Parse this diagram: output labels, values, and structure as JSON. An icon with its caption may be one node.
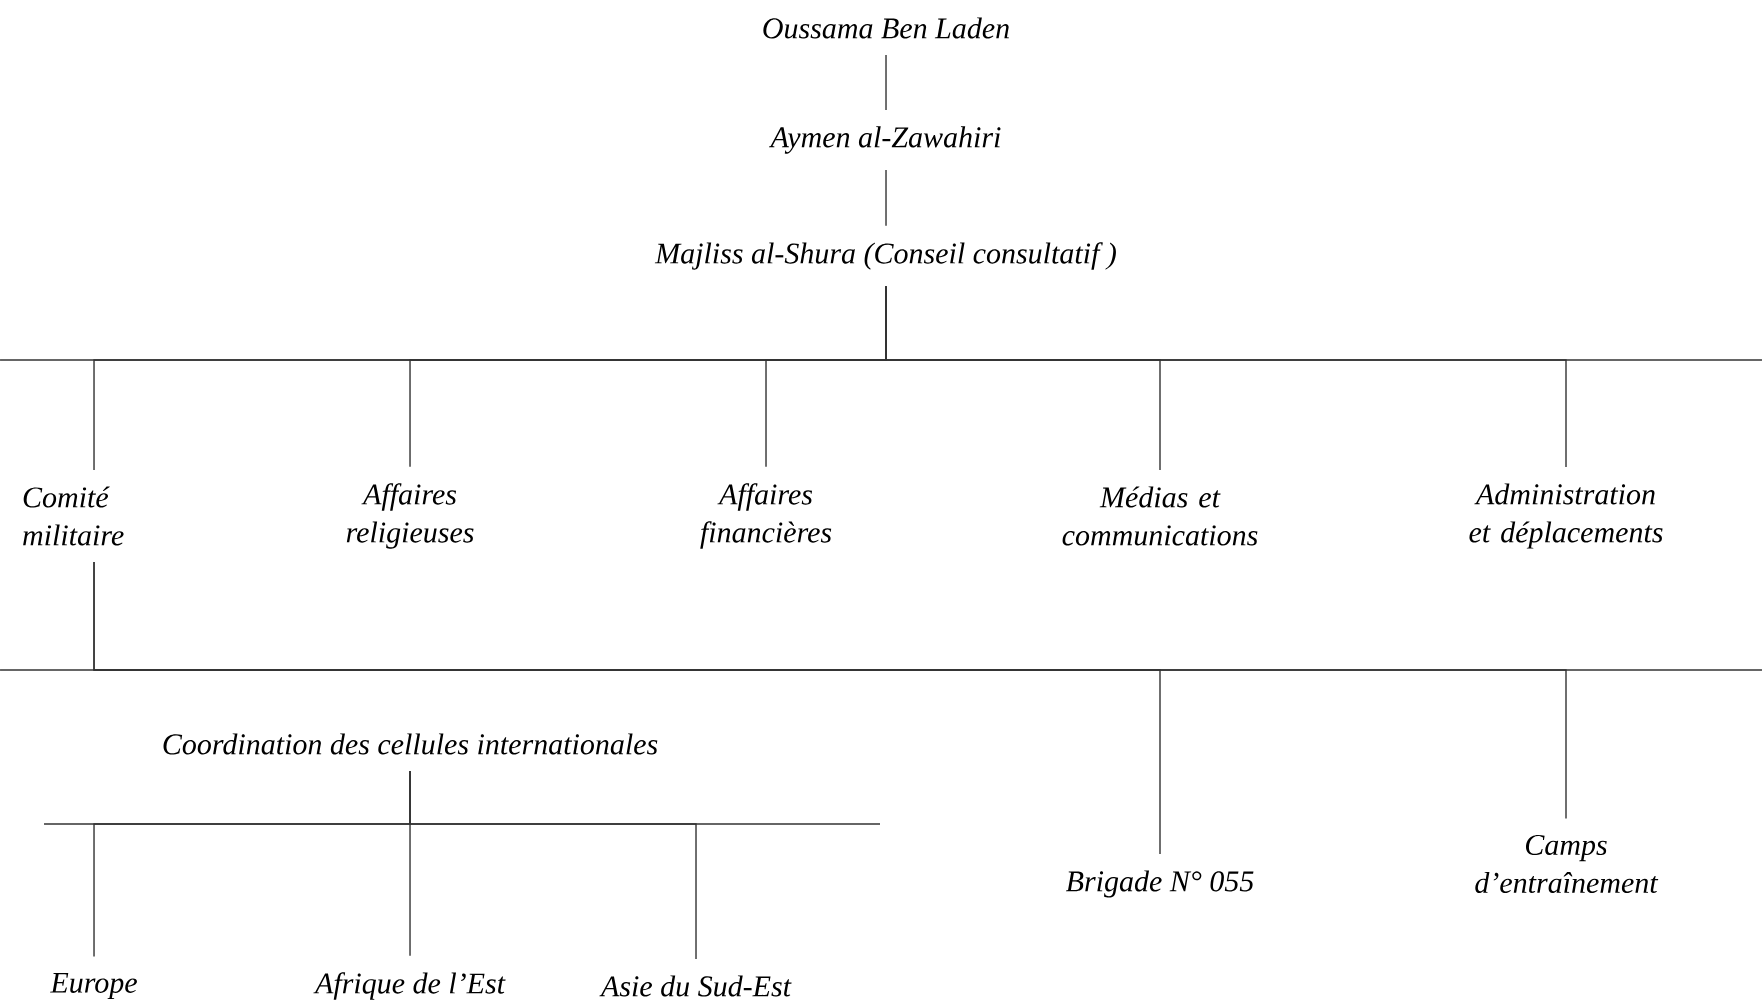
{
  "diagram": {
    "nodes": [
      {
        "text": [
          "Oussama Ben Laden"
        ]
      },
      {
        "text": [
          "Aymen al-Zawahiri"
        ]
      },
      {
        "text": [
          "Majliss al-Shura (Conseil consultatif )"
        ]
      },
      {
        "text": [
          "Comité militaire"
        ]
      },
      {
        "text": [
          "Affaires religieuses"
        ]
      },
      {
        "text": [
          "Affaires financières"
        ]
      },
      {
        "text": [
          "Médias et communications"
        ]
      },
      {
        "text": [
          "Administration et déplacements"
        ]
      },
      {
        "text": [
          "Coordination des cellules internationales"
        ]
      },
      {
        "text": [
          "Brigade N° 055"
        ]
      },
      {
        "text": [
          "Camps d’entraînement"
        ]
      },
      {
        "text": [
          "Europe"
        ]
      },
      {
        "text": [
          "Afrique de l’Est"
        ]
      },
      {
        "text": [
          "Asie du Sud-Est"
        ]
      }
    ],
    "edges": [
      {
        "from": 0,
        "to": 1,
        "arrow": "none"
      },
      {
        "from": 1,
        "to": 2,
        "arrow": "none"
      },
      {
        "from": 2,
        "to": 3,
        "arrow": "none"
      },
      {
        "from": 2,
        "to": 4,
        "arrow": "none"
      },
      {
        "from": 2,
        "to": 5,
        "arrow": "none"
      },
      {
        "from": 2,
        "to": 6,
        "arrow": "none"
      },
      {
        "from": 2,
        "to": 7,
        "arrow": "none"
      },
      {
        "from": 3,
        "to": 9,
        "arrow": "none"
      },
      {
        "from": 3,
        "to": 10,
        "arrow": "none"
      },
      {
        "from": 8,
        "to": 11,
        "arrow": "none"
      },
      {
        "from": 8,
        "to": 12,
        "arrow": "none"
      },
      {
        "from": 8,
        "to": 13,
        "arrow": "none"
      }
    ]
  }
}
